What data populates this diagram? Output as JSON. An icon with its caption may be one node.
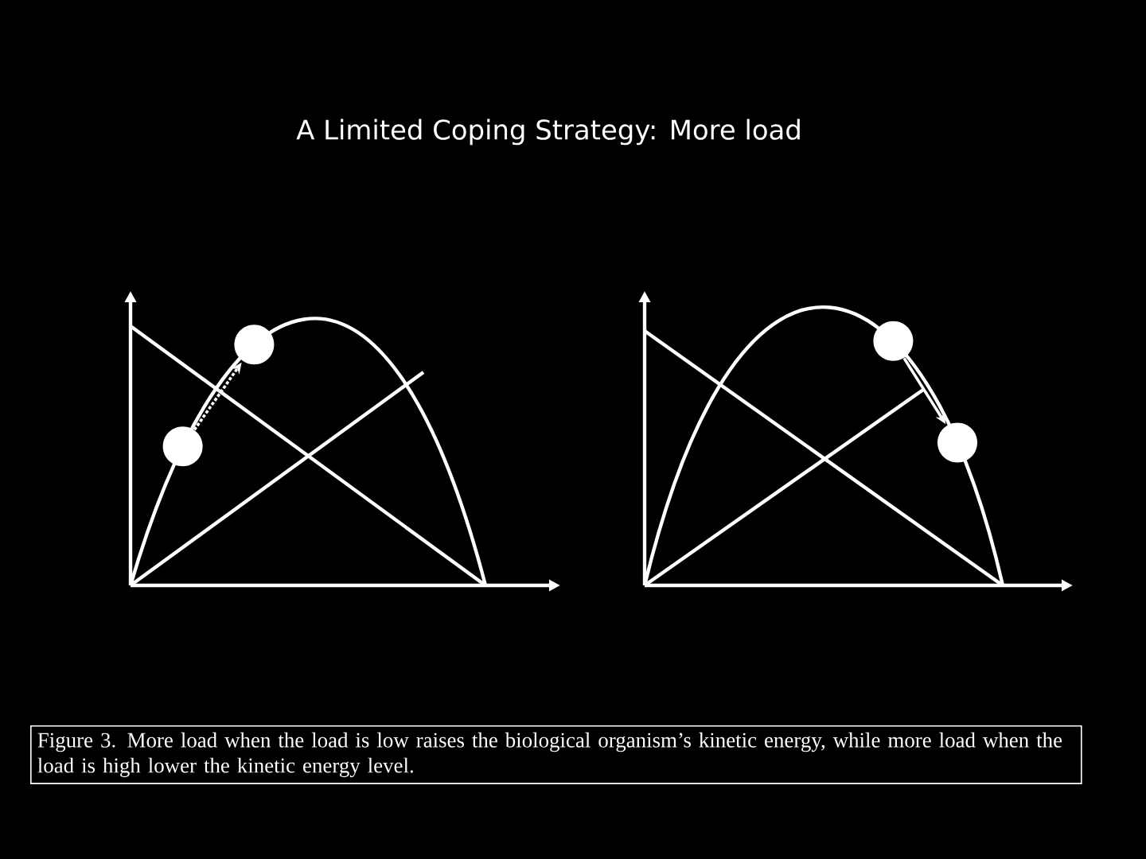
{
  "diagram": {
    "title": "A Limited Coping Strategy: More load",
    "caption": "Figure 3. More load when the load is low raises the biological organism’s kinetic energy, while more load when the load is high lower the kinetic energy level.",
    "nodes": [
      {
        "text": [],
        "shape": "circle"
      },
      {
        "text": [],
        "shape": "circle"
      },
      {
        "text": [],
        "shape": "circle"
      },
      {
        "text": [],
        "shape": "circle"
      }
    ],
    "edges": [
      {
        "from": 0,
        "to": 1,
        "arrow": "to",
        "style": "dashed"
      },
      {
        "from": 2,
        "to": 3,
        "arrow": "to"
      }
    ]
  }
}
